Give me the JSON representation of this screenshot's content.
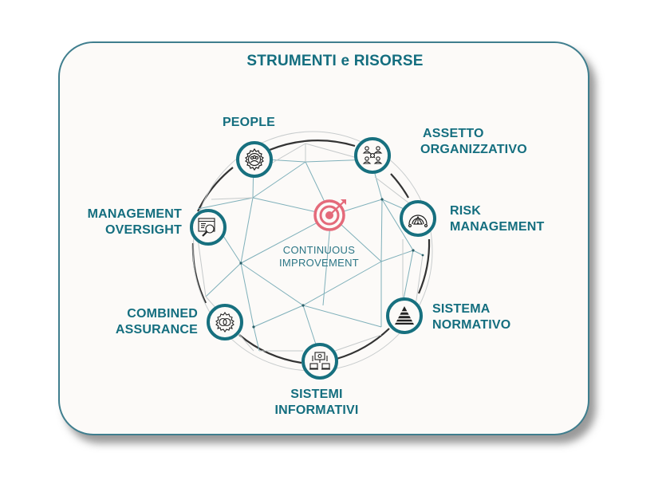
{
  "title": "STRUMENTI e RISORSE",
  "center": {
    "label_line1": "CONTINUOUS",
    "label_line2": "IMPROVEMENT",
    "icon": "target-arrow-icon"
  },
  "nodes": [
    {
      "id": "people",
      "line1": "PEOPLE",
      "line2": "",
      "icon": "gear-people-icon"
    },
    {
      "id": "assetto",
      "line1": "ASSETTO",
      "line2": "ORGANIZZATIVO",
      "icon": "org-network-icon"
    },
    {
      "id": "risk",
      "line1": "RISK",
      "line2": "MANAGEMENT",
      "icon": "risk-gauge-icon"
    },
    {
      "id": "sistema",
      "line1": "SISTEMA",
      "line2": "NORMATIVO",
      "icon": "pyramid-icon"
    },
    {
      "id": "sistemi",
      "line1": "SISTEMI",
      "line2": "INFORMATIVI",
      "icon": "computer-network-icon"
    },
    {
      "id": "combined",
      "line1": "COMBINED",
      "line2": "ASSURANCE",
      "icon": "gear-rings-icon"
    },
    {
      "id": "management",
      "line1": "MANAGEMENT",
      "line2": "OVERSIGHT",
      "icon": "document-search-icon"
    }
  ],
  "colors": {
    "primary": "#146e7f",
    "accent": "#e46a7a",
    "border": "#3f7e8e",
    "background": "#fcfaf8"
  }
}
